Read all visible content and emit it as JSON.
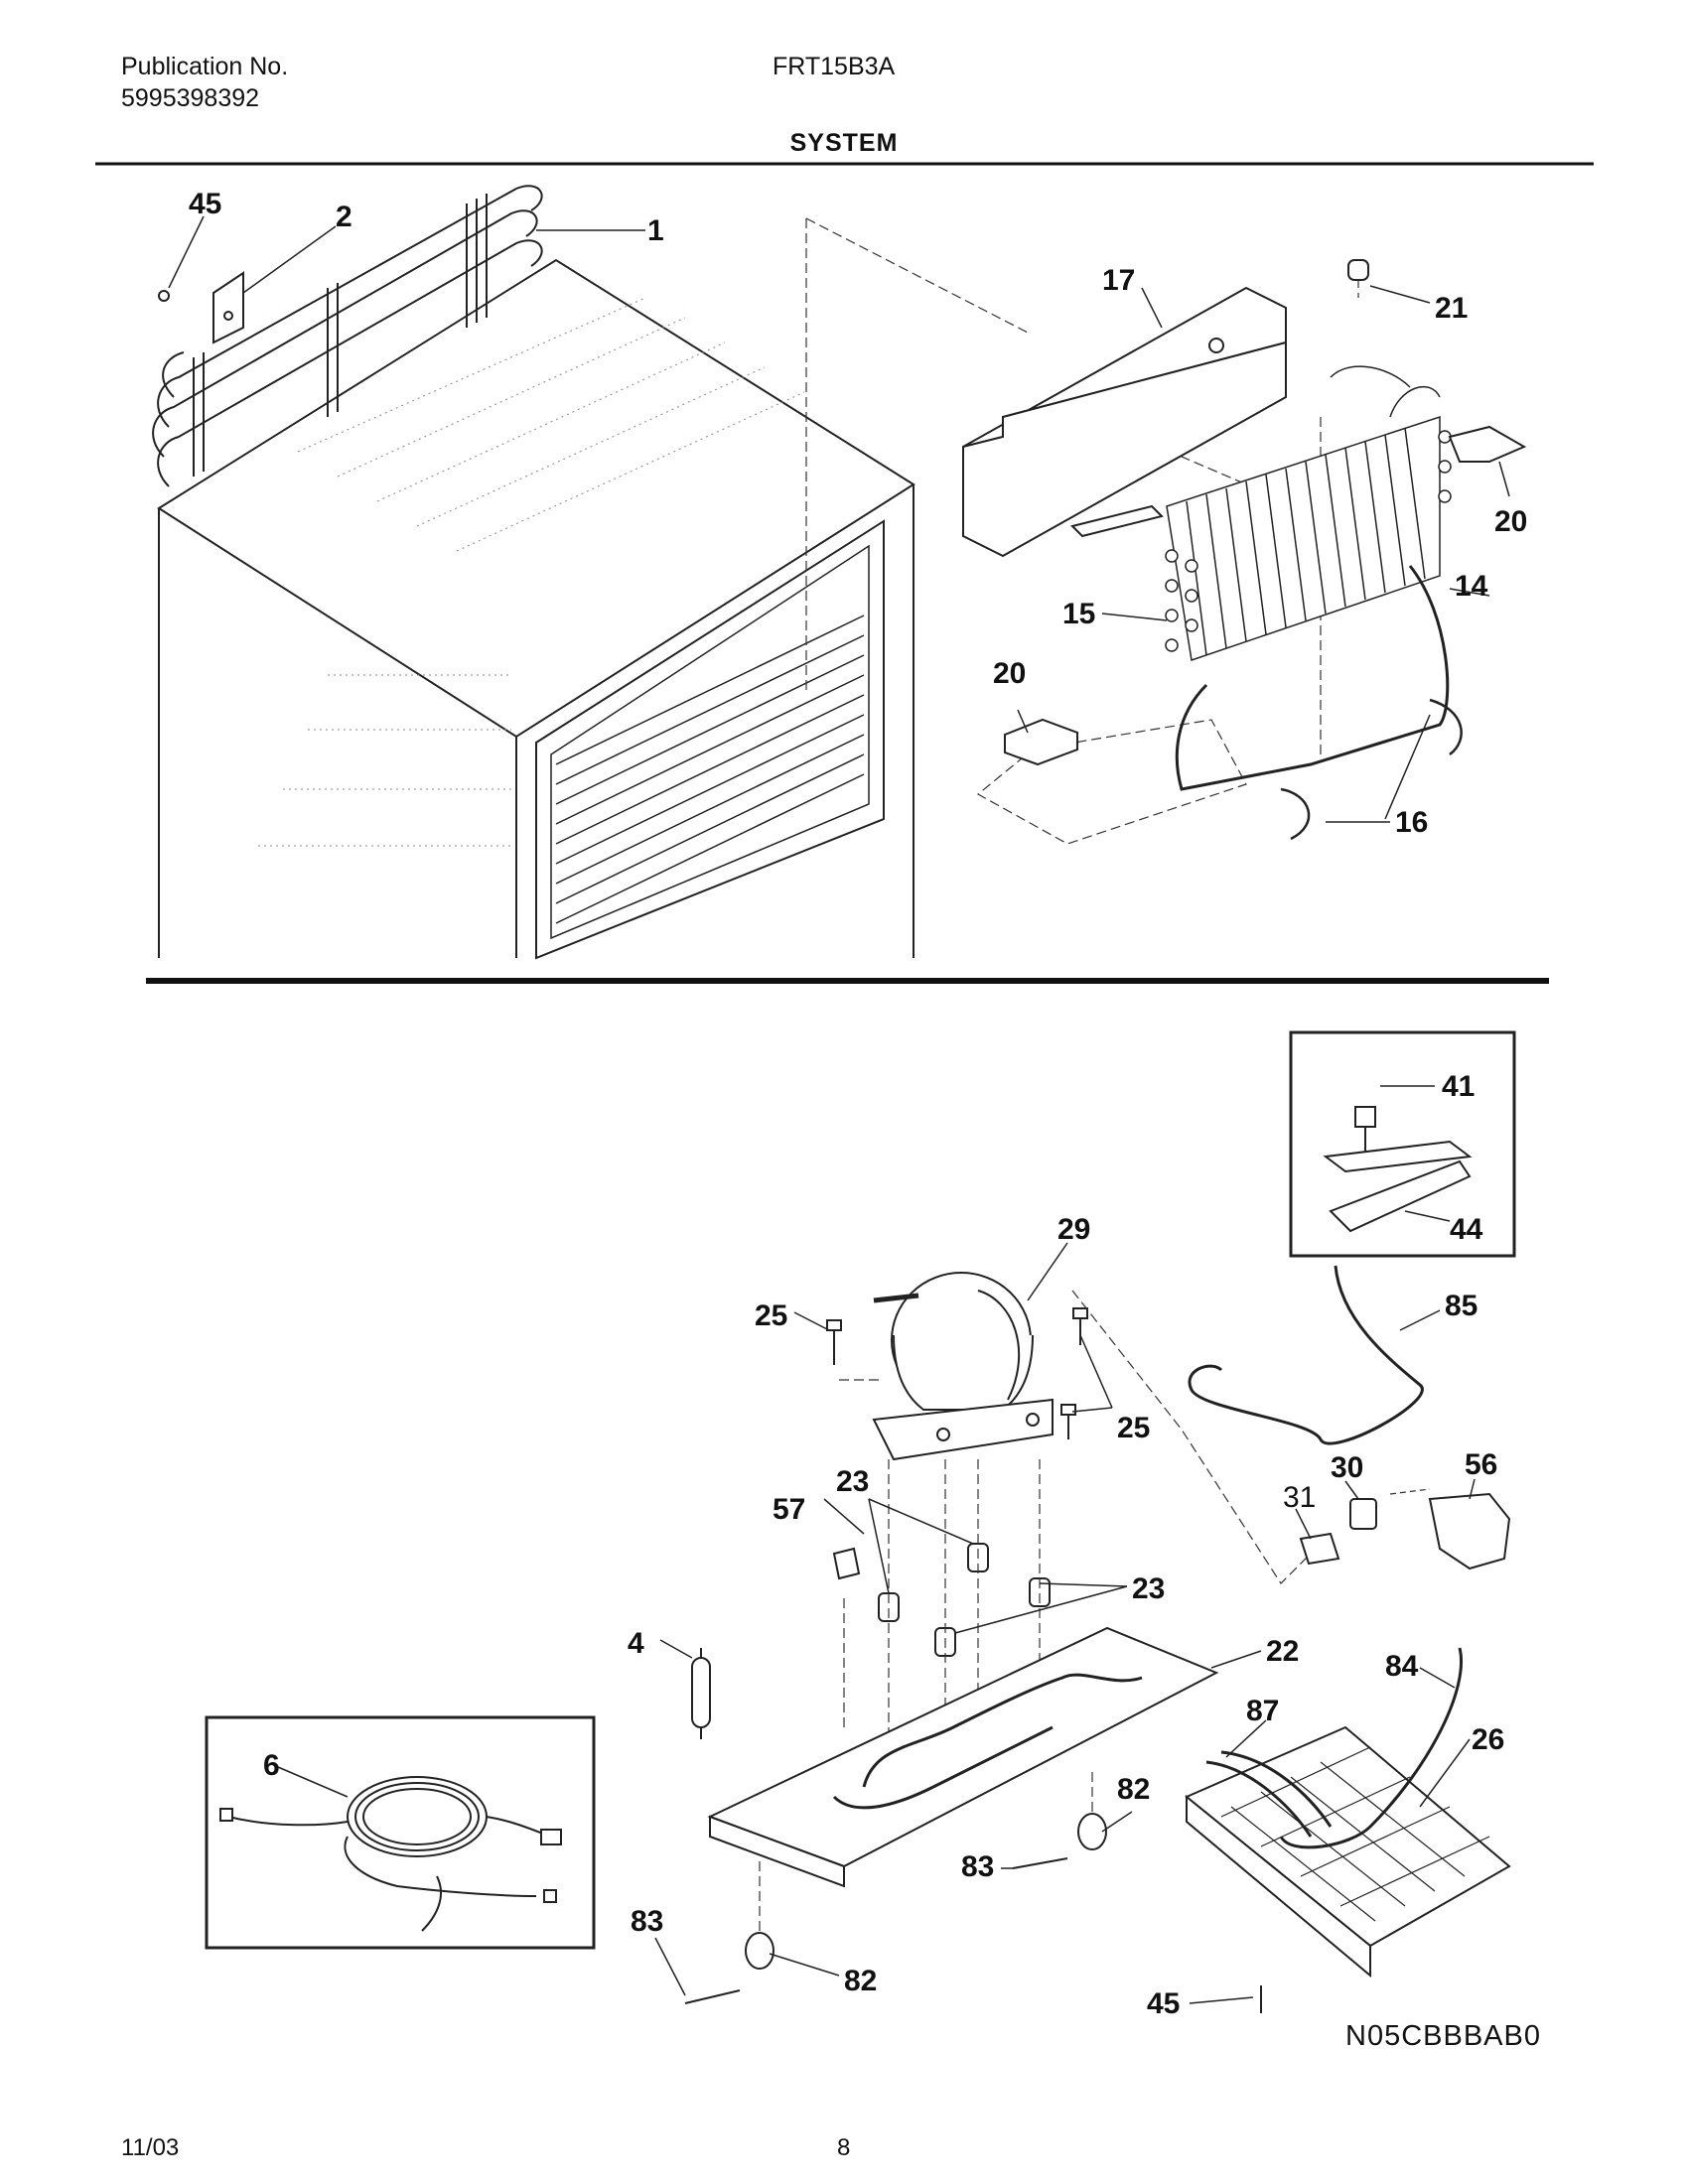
{
  "header": {
    "publication_label": "Publication No.",
    "publication_number": "5995398392",
    "model": "FRT15B3A",
    "section_title": "SYSTEM"
  },
  "callouts": {
    "c45a": "45",
    "c2": "2",
    "c1": "1",
    "c17": "17",
    "c21": "21",
    "c20a": "20",
    "c14": "14",
    "c15": "15",
    "c20b": "20",
    "c16": "16",
    "c41": "41",
    "c44": "44",
    "c29": "29",
    "c85": "85",
    "c25a": "25",
    "c25b": "25",
    "c56": "56",
    "c30": "30",
    "c31": "31",
    "c23a": "23",
    "c57": "57",
    "c23b": "23",
    "c4": "4",
    "c22": "22",
    "c84": "84",
    "c6": "6",
    "c87": "87",
    "c26": "26",
    "c82a": "82",
    "c83a": "83",
    "c83b": "83",
    "c82b": "82",
    "c45b": "45"
  },
  "footer": {
    "diagram_code": "N05CBBBAB0",
    "date": "11/03",
    "page_number": "8"
  }
}
